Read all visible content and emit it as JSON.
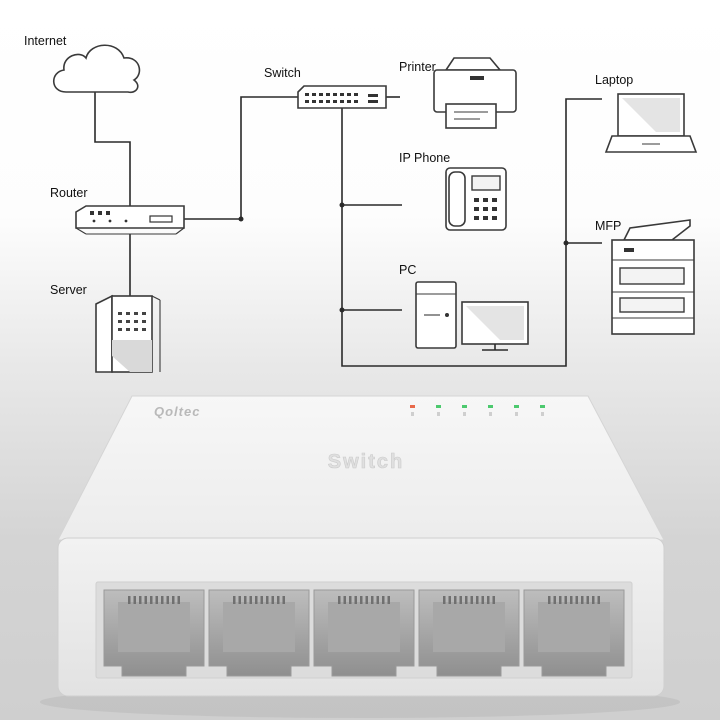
{
  "diagram": {
    "labels": {
      "internet": "Internet",
      "router": "Router",
      "server": "Server",
      "switch": "Switch",
      "printer": "Printer",
      "ip_phone": "IP Phone",
      "pc": "PC",
      "laptop": "Laptop",
      "mfp": "MFP"
    }
  },
  "product": {
    "brand": "Qoltec",
    "label": "Switch",
    "port_count": 5,
    "led_colors": [
      "#e8694a",
      "#4cc96e",
      "#4cc96e",
      "#4cc96e",
      "#4cc96e",
      "#4cc96e"
    ]
  }
}
